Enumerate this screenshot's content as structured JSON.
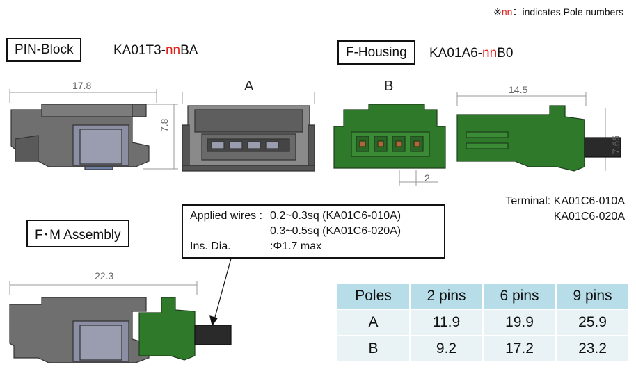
{
  "note": {
    "mark": "※",
    "code": "nn",
    "text": "：indicates Pole numbers"
  },
  "pin_block": {
    "label": "PIN-Block",
    "part_prefix": "KA01T3-",
    "part_code": "nn",
    "part_suffix": "BA"
  },
  "f_housing": {
    "label": "F-Housing",
    "part_prefix": "KA01A6-",
    "part_code": "nn",
    "part_suffix": "B0"
  },
  "fm_assembly": {
    "label": "F･M Assembly"
  },
  "dimensions": {
    "pin_block_length": "17.8",
    "pin_block_height": "7.8",
    "housing_length": "14.5",
    "housing_height": "7.65",
    "pitch": "2",
    "assembly_length": "22.3"
  },
  "view_labels": {
    "a": "A",
    "b": "B"
  },
  "wires": {
    "row1_key": "Applied wires :",
    "row1_val": "0.2~0.3sq (KA01C6-010A)",
    "row2_val": "0.3~0.5sq (KA01C6-020A)",
    "row3_key": "Ins. Dia.",
    "row3_val": ":Φ1.7 max"
  },
  "terminal": {
    "label": "Terminal:",
    "part1": "KA01C6-010A",
    "part2": "KA01C6-020A"
  },
  "table": {
    "headers": [
      "Poles",
      "2 pins",
      "6 pins",
      "9 pins"
    ],
    "rows": [
      [
        "A",
        "11.9",
        "19.9",
        "25.9"
      ],
      [
        "B",
        "9.2",
        "17.2",
        "23.2"
      ]
    ]
  },
  "colors": {
    "gray_body": "#6b6b6b",
    "green_body": "#2f7a2a",
    "table_header": "#b7dde8",
    "table_cell": "#e9f3f6",
    "accent_red": "#e0201b"
  }
}
